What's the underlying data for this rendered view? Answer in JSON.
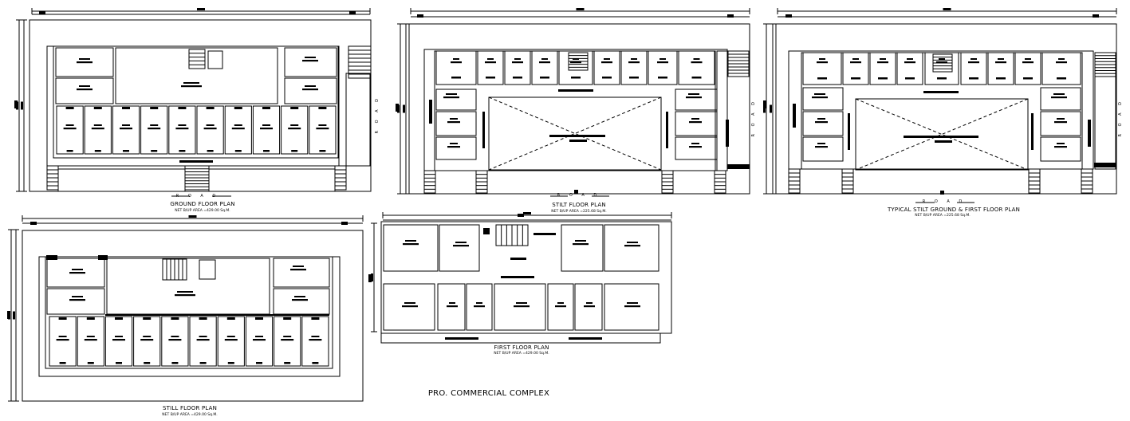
{
  "drawing": {
    "main_title": "PRO. COMMERCIAL COMPLEX",
    "road_label": "R O A D",
    "plans": [
      {
        "title": "GROUND FLOOR PLAN",
        "area": "NET B/UP AREA =429.00 Sq.M."
      },
      {
        "title": "STILT FLOOR PLAN",
        "area": "NET B/UP AREA =225.68 Sq.M."
      },
      {
        "title": "TYPICAL STILT GROUND & FIRST FLOOR PLAN",
        "area": "NET B/UP AREA =225.68 Sq.M."
      },
      {
        "title": "STILL FLOOR PLAN",
        "area": "NET B/UP AREA =429.00 Sq.M."
      },
      {
        "title": "FIRST FLOOR PLAN",
        "area": "NET B/UP AREA =429.00 Sq.M."
      }
    ]
  }
}
